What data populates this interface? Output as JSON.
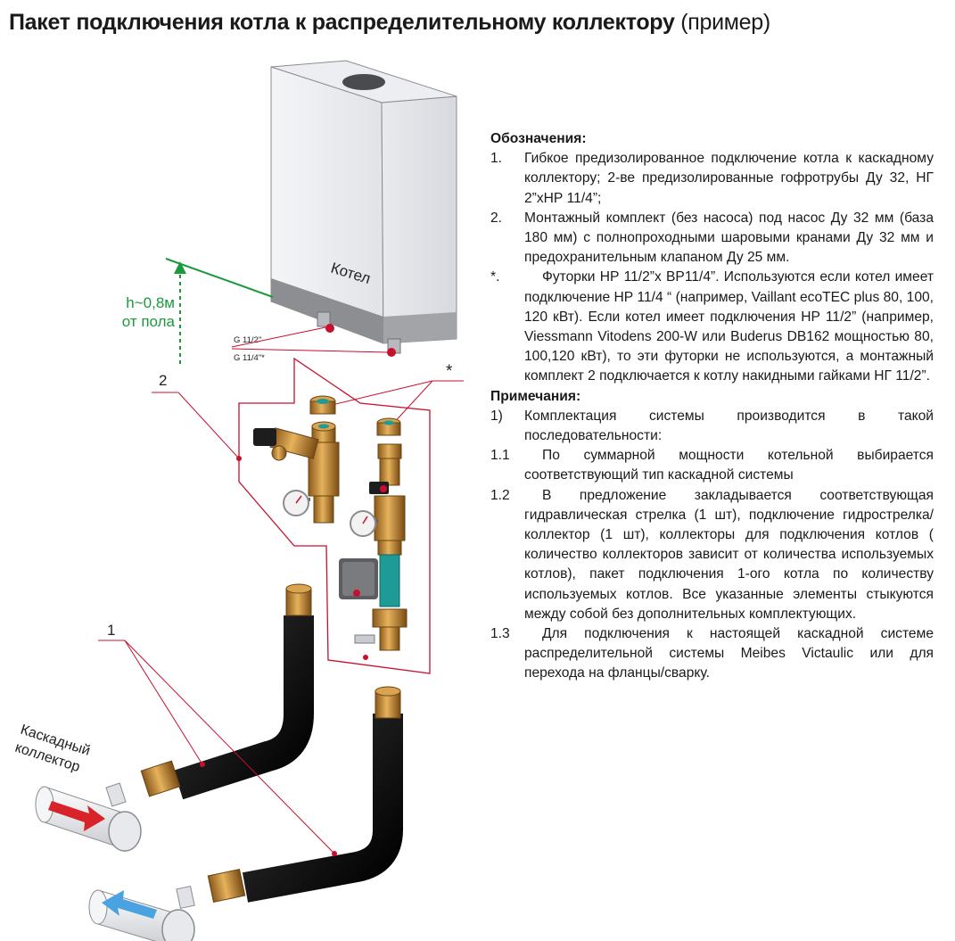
{
  "title": {
    "bold": "Пакет подключения котла к распределительному коллектору",
    "normal": " (пример)"
  },
  "diagram": {
    "boiler_label": "Котел",
    "height_label_line1": "h~0,8м",
    "height_label_line2": "от пола",
    "thread_label_1": "G 11/2\"",
    "thread_label_2": "G 11/4\"*",
    "callout_1": "1",
    "callout_2": "2",
    "callout_star": "*",
    "cascade_label_line1": "Каскадный",
    "cascade_label_line2": "коллектор",
    "colors": {
      "callout_red": "#c8102e",
      "height_green": "#1a9a3a",
      "flow_red": "#d8232a",
      "flow_blue": "#4aa3e0",
      "brass": "#c9903a",
      "pipe_black": "#1e1e1e",
      "pump_teal": "#1e9b96"
    }
  },
  "legend": {
    "heading1": "Обозначения:",
    "items": [
      {
        "num": "1.",
        "text": "Гибкое предизолированное подключение котла к каскадному коллектору; 2-ве предизолированные гофротрубы Ду 32, НГ 2”хНР 11/4”;"
      },
      {
        "num": "2.",
        "text": "Монтажный комплект (без насоса) под насос Ду 32 мм (база 180 мм) с полнопроходными шаровыми кранами Ду 32 мм и предохранительным клапаном Ду 25 мм."
      },
      {
        "num": "*.",
        "text": "Футорки НР 11/2”х ВР11/4”. Используются если котел имеет подключение НР 11/4 “ (например, Vaillant ecoTEC plus 80, 100, 120 кВт). Если котел имеет подключения НР 11/2” (например, Viessmann Vitodens 200-W или Buderus DB162 мощностью 80, 100,120 кВт), то эти футорки не используются, а монтажный комплект 2 подключается к котлу накидными гайками НГ 11/2”."
      }
    ],
    "heading2": "Примечания:",
    "notes": [
      {
        "num": "1)",
        "text": "Комплектация системы производится в такой последовательности:"
      },
      {
        "num": "1.1",
        "text": "По суммарной мощности котельной выбирается соответствующий тип каскадной системы"
      },
      {
        "num": "1.2",
        "text": "В предложение закладывается соответствующая гидравлическая стрелка (1 шт), подключение гидрострелка/коллектор (1 шт), коллекторы для подключения котлов ( количество коллекторов зависит от количества используемых котлов), пакет подключения 1-ого котла по количеству используемых котлов. Все указанные элементы стыкуются между собой без дополнительных комплектующих."
      },
      {
        "num": "1.3",
        "text": "Для подключения к настоящей каскадной системе распределительной системы Meibes Victaulic или для перехода на фланцы/сварку."
      }
    ]
  }
}
